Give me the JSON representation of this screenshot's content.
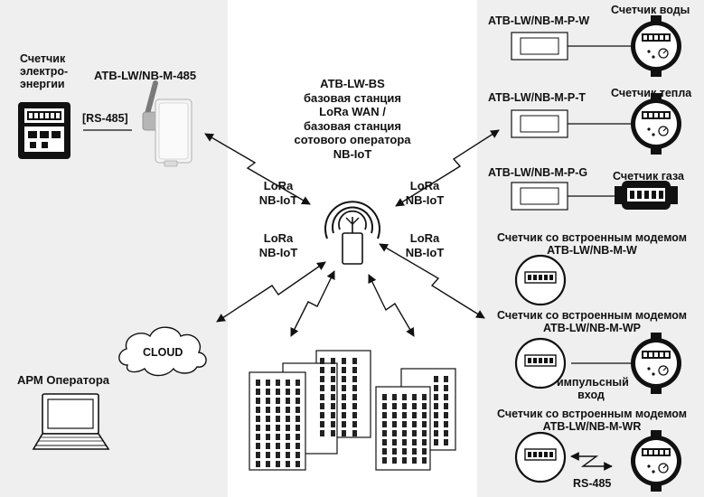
{
  "left": {
    "electric_meter_label": "Счетчик электро-энергии",
    "electric_meter_lines": [
      "Счетчик",
      "электро-",
      "энергии"
    ],
    "device_485": "ATB-LW/NB-M-485",
    "interface": "[RS-485]",
    "cloud": "CLOUD",
    "operator": "АРМ Оператора"
  },
  "center": {
    "station_lines": [
      "ATB-LW-BS",
      "базовая станция",
      "LoRa WAN /",
      "базовая станция",
      "сотового оператора",
      "NB-IoT"
    ],
    "protocol_lines": [
      "LoRa",
      "NB-IoT"
    ]
  },
  "right": {
    "water_module": "ATB-LW/NB-M-P-W",
    "water_meter": "Счетчик воды",
    "heat_module": "ATB-LW/NB-M-P-T",
    "heat_meter": "Счетчик тепла",
    "gas_module": "ATB-LW/NB-M-P-G",
    "gas_meter": "Счетчик газа",
    "modem_meter_w": [
      "Счетчик со встроенным модемом",
      "ATB-LW/NB-M-W"
    ],
    "modem_meter_wp": [
      "Счетчик со встроенным модемом",
      "ATB-LW/NB-M-WP"
    ],
    "pulse_input": [
      "импульсный",
      "вход"
    ],
    "modem_meter_wr": [
      "Счетчик со встроенным модемом",
      "ATB-LW/NB-M-WR"
    ],
    "rs485": "RS-485"
  },
  "colors": {
    "panel": "#efefef",
    "line": "#111111",
    "background": "#ffffff"
  }
}
